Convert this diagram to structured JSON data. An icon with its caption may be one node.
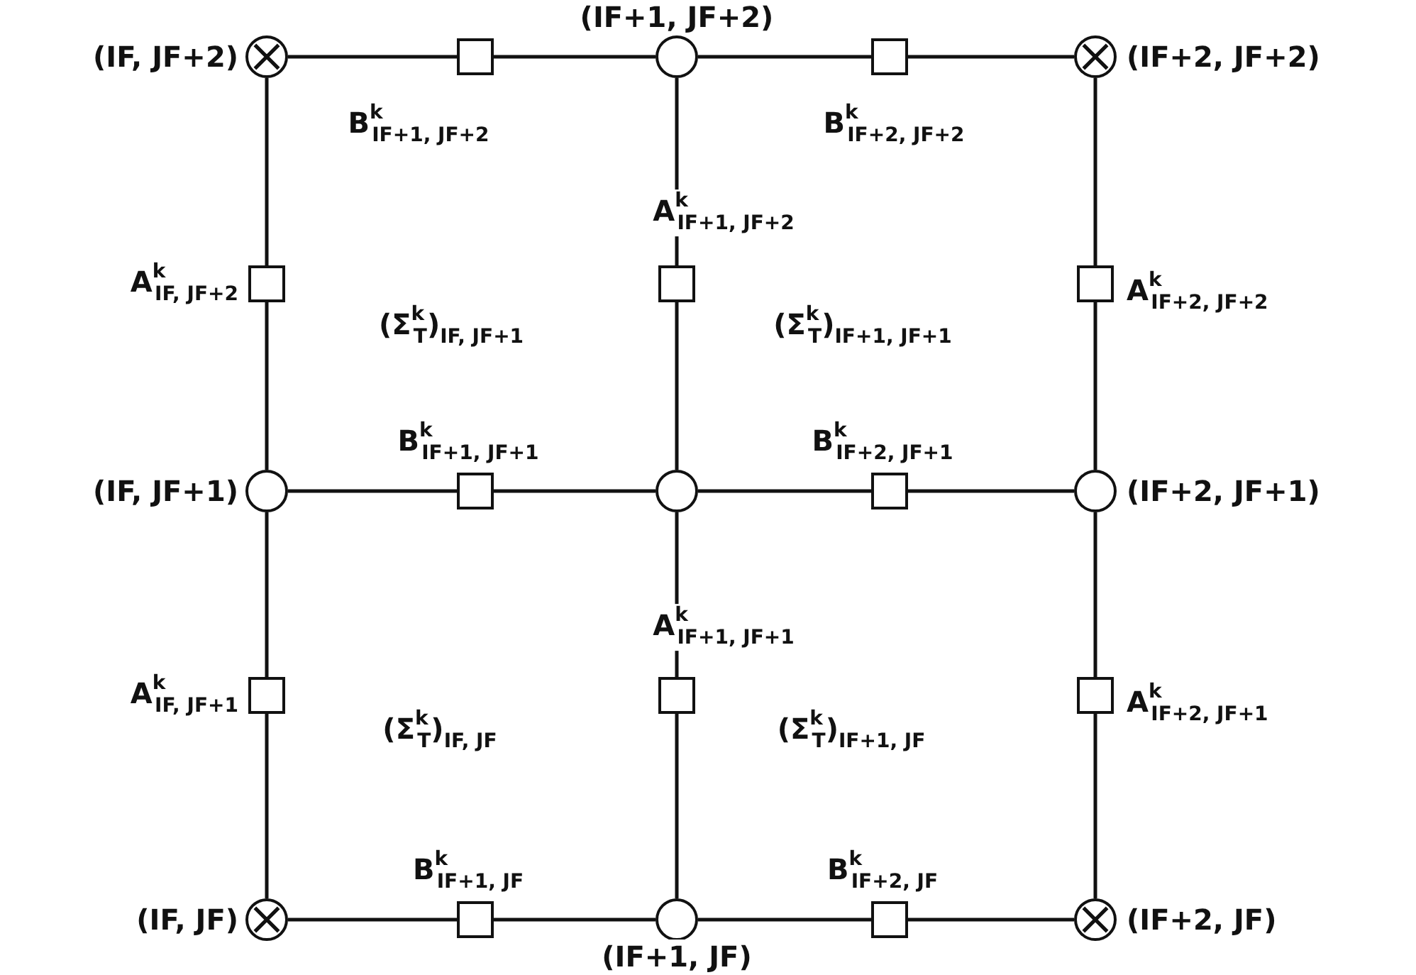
{
  "diagram": {
    "nodes": [
      {
        "text": [],
        "shape": "crossed-circle",
        "beside": [
          "(IF, JF+2)"
        ]
      },
      {
        "text": [],
        "shape": "box",
        "beside": [
          "B$^{k}$$_{IF+1, JF+2}$"
        ]
      },
      {
        "text": [],
        "shape": "circle",
        "beside": [
          "(IF+1, JF+2)"
        ]
      },
      {
        "text": [],
        "shape": "box",
        "beside": [
          "B$^{k}$$_{IF+2, JF+2}$"
        ]
      },
      {
        "text": [],
        "shape": "crossed-circle",
        "beside": [
          "(IF+2, JF+2)"
        ]
      },
      {
        "text": [],
        "shape": "box",
        "beside": [
          "A$^{k}$$_{IF, JF+2}$"
        ]
      },
      {
        "text": [],
        "shape": "box",
        "beside": [
          "A$^{k}$$_{IF+1, JF+2}$"
        ]
      },
      {
        "text": [],
        "shape": "box",
        "beside": [
          "A$^{k}$$_{IF+2, JF+2}$"
        ]
      },
      {
        "text": [],
        "shape": "circle",
        "beside": [
          "(IF, JF+1)"
        ]
      },
      {
        "text": [],
        "shape": "box",
        "beside": [
          "B$^{k}$$_{IF+1, JF+1}$"
        ]
      },
      {
        "text": [],
        "shape": "circle"
      },
      {
        "text": [],
        "shape": "box",
        "beside": [
          "B$^{k}$$_{IF+2, JF+1}$"
        ]
      },
      {
        "text": [],
        "shape": "circle",
        "beside": [
          "(IF+2, JF+1)"
        ]
      },
      {
        "text": [],
        "shape": "box",
        "beside": [
          "A$^{k}$$_{IF, JF+1}$"
        ]
      },
      {
        "text": [],
        "shape": "box",
        "beside": [
          "A$^{k}$$_{IF+1, JF+1}$"
        ]
      },
      {
        "text": [],
        "shape": "box",
        "beside": [
          "A$^{k}$$_{IF+2, JF+1}$"
        ]
      },
      {
        "text": [],
        "shape": "crossed-circle",
        "beside": [
          "(IF, JF)"
        ]
      },
      {
        "text": [],
        "shape": "box",
        "beside": [
          "B$^{k}$$_{IF+1, JF}$"
        ]
      },
      {
        "text": [],
        "shape": "circle",
        "beside": [
          "(IF+1, JF)"
        ]
      },
      {
        "text": [],
        "shape": "box",
        "beside": [
          "B$^{k}$$_{IF+2, JF}$"
        ]
      },
      {
        "text": [],
        "shape": "crossed-circle",
        "beside": [
          "(IF+2, JF)"
        ]
      }
    ],
    "edges": [
      {
        "from": 0,
        "to": 1,
        "arrow": "none"
      },
      {
        "from": 1,
        "to": 2,
        "arrow": "none"
      },
      {
        "from": 2,
        "to": 3,
        "arrow": "none"
      },
      {
        "from": 3,
        "to": 4,
        "arrow": "none"
      },
      {
        "from": 8,
        "to": 9,
        "arrow": "none"
      },
      {
        "from": 9,
        "to": 10,
        "arrow": "none"
      },
      {
        "from": 10,
        "to": 11,
        "arrow": "none"
      },
      {
        "from": 11,
        "to": 12,
        "arrow": "none"
      },
      {
        "from": 16,
        "to": 17,
        "arrow": "none"
      },
      {
        "from": 17,
        "to": 18,
        "arrow": "none"
      },
      {
        "from": 18,
        "to": 19,
        "arrow": "none"
      },
      {
        "from": 19,
        "to": 20,
        "arrow": "none"
      },
      {
        "from": 0,
        "to": 5,
        "arrow": "none"
      },
      {
        "from": 5,
        "to": 8,
        "arrow": "none"
      },
      {
        "from": 8,
        "to": 13,
        "arrow": "none"
      },
      {
        "from": 13,
        "to": 16,
        "arrow": "none"
      },
      {
        "from": 2,
        "to": 6,
        "arrow": "none"
      },
      {
        "from": 6,
        "to": 10,
        "arrow": "none"
      },
      {
        "from": 10,
        "to": 14,
        "arrow": "none"
      },
      {
        "from": 14,
        "to": 18,
        "arrow": "none"
      },
      {
        "from": 4,
        "to": 7,
        "arrow": "none"
      },
      {
        "from": 7,
        "to": 12,
        "arrow": "none"
      },
      {
        "from": 12,
        "to": 15,
        "arrow": "none"
      },
      {
        "from": 15,
        "to": 20,
        "arrow": "none"
      }
    ],
    "labels": [
      "(Σ$^{k}$$_{T}$)$_{IF, JF+1}$",
      "(Σ$^{k}$$_{T}$)$_{IF+1, JF+1}$",
      "(Σ$^{k}$$_{T}$)$_{IF, JF}$",
      "(Σ$^{k}$$_{T}$)$_{IF+1, JF}$"
    ]
  }
}
